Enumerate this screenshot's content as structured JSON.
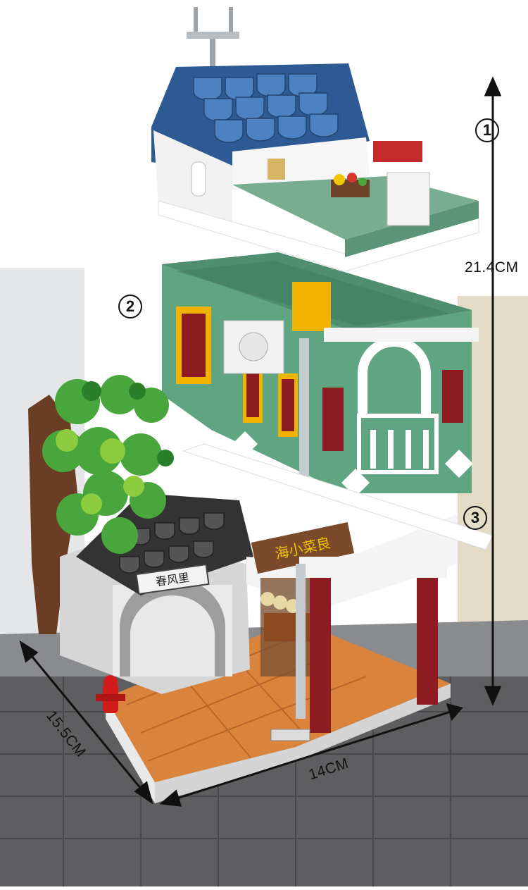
{
  "labels": {
    "step1": "1",
    "step2": "2",
    "step3": "3",
    "height": "21.4CM",
    "width": "14CM",
    "depth": "15.5CM",
    "sign_left": "春风里",
    "sign_shop": "海小菜良"
  },
  "colors": {
    "roof_blue": "#2e5a93",
    "wall_green": "#5fa582",
    "window_yellow": "#f2b300",
    "red_brick": "#8e1b22",
    "floor_orange": "#d9833d",
    "tree_green": "#49a63d",
    "trunk_brown": "#6b3d25",
    "ground_gray": "#59595b"
  }
}
